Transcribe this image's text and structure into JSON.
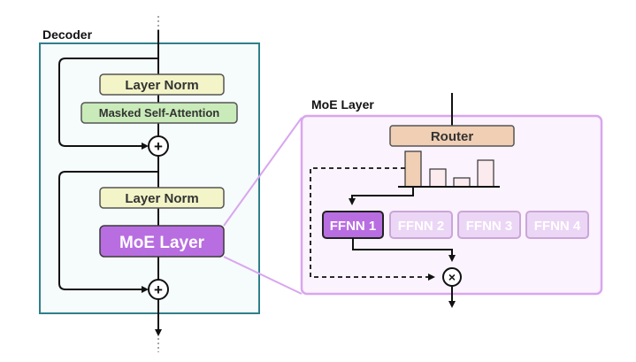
{
  "decoder": {
    "title": "Decoder",
    "layer_norm_top": "Layer Norm",
    "masked_attention": "Masked Self-Attention",
    "layer_norm_bottom": "Layer Norm",
    "moe_layer": "MoE Layer",
    "add_symbol": "+"
  },
  "moe_panel": {
    "title": "MoE Layer",
    "router": "Router",
    "experts": [
      "FFNN 1",
      "FFNN 2",
      "FFNN 3",
      "FFNN 4"
    ],
    "multiply_symbol": "×"
  },
  "colors": {
    "decoder_border": "#2f7f8a",
    "decoder_fill": "#f6fbfc",
    "layer_norm_fill": "#f3f4c7",
    "attention_fill": "#c9ebb9",
    "moe_fill": "#b86ee0",
    "moe_panel_border": "#d9a6ee",
    "moe_panel_fill": "#fbf3fe",
    "router_fill": "#f0cfb4",
    "expert_active_fill": "#b86ee0",
    "expert_inactive_fill": "#ecd6f5",
    "expert_inactive_text": "#ffffff"
  }
}
